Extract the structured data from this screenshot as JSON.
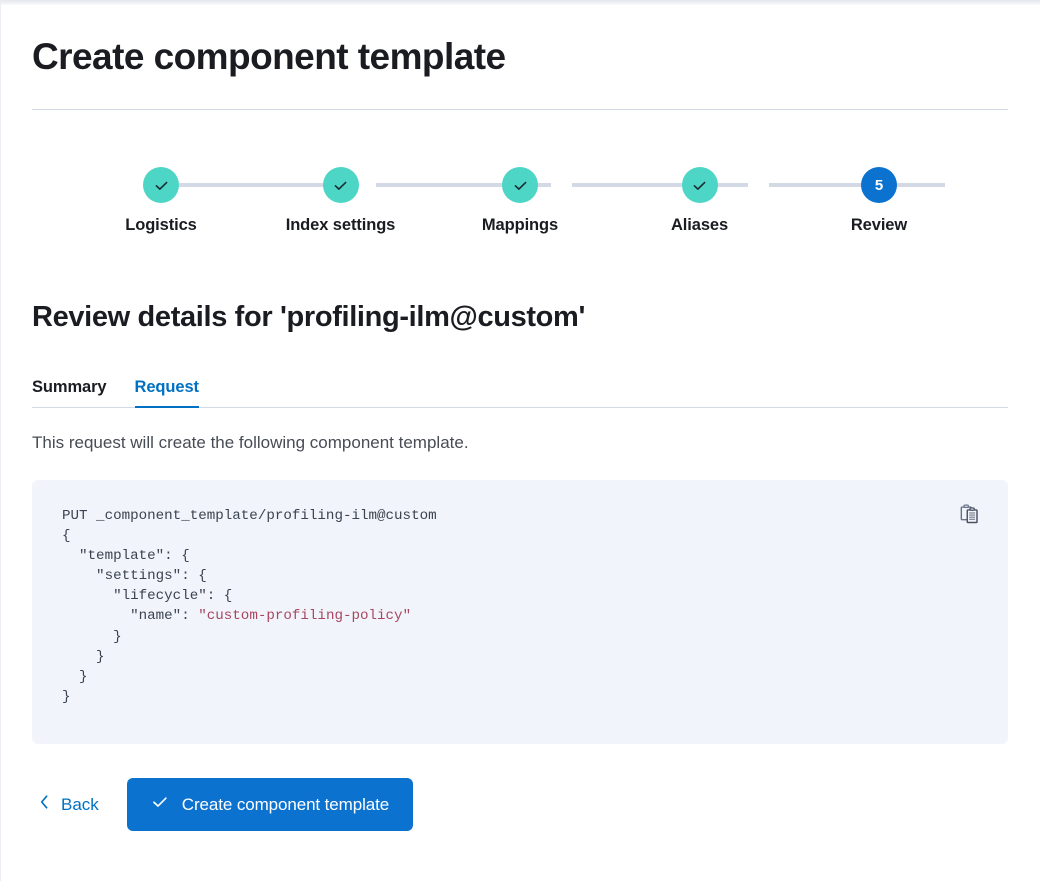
{
  "page": {
    "title": "Create component template"
  },
  "stepper": {
    "steps": [
      {
        "label": "Logistics",
        "state": "complete",
        "indicator": "check"
      },
      {
        "label": "Index settings",
        "state": "complete",
        "indicator": "check"
      },
      {
        "label": "Mappings",
        "state": "complete",
        "indicator": "check"
      },
      {
        "label": "Aliases",
        "state": "complete",
        "indicator": "check"
      },
      {
        "label": "Review",
        "state": "current",
        "indicator": "5"
      }
    ],
    "complete_color": "#4dd5c5",
    "current_color": "#0b72d0",
    "connector_color": "#d3dae6"
  },
  "review": {
    "heading": "Review details for 'profiling-ilm@custom'",
    "tabs": [
      {
        "label": "Summary",
        "active": false
      },
      {
        "label": "Request",
        "active": true
      }
    ],
    "description": "This request will create the following component template.",
    "code": {
      "method_line": "PUT _component_template/profiling-ilm@custom",
      "line_open_brace": "{",
      "line_template": "  \"template\": {",
      "line_settings": "    \"settings\": {",
      "line_lifecycle": "      \"lifecycle\": {",
      "line_name_key": "        \"name\": ",
      "line_name_value": "\"custom-profiling-policy\"",
      "line_close_1": "      }",
      "line_close_2": "    }",
      "line_close_3": "  }",
      "line_close_4": "}",
      "string_color": "#a8475f",
      "background_color": "#f1f4fb"
    },
    "copy_icon": "copy-clipboard-icon"
  },
  "actions": {
    "back_label": "Back",
    "back_icon": "chevron-left-icon",
    "submit_label": "Create component template",
    "submit_icon": "check-icon",
    "submit_color": "#0b72d0"
  }
}
